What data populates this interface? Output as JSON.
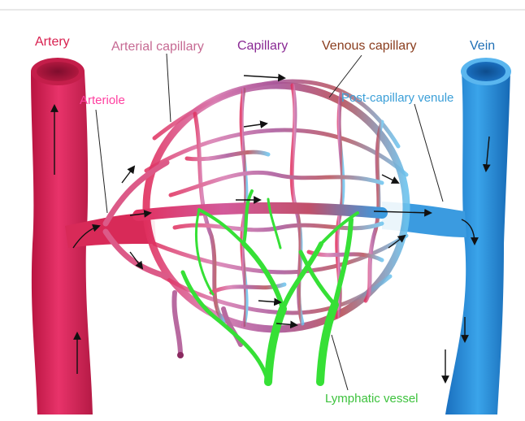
{
  "labels": {
    "artery": "Artery",
    "arteriole": "Arteriole",
    "arterial_capillary": "Arterial capillary",
    "capillary": "Capillary",
    "venous_capillary": "Venous capillary",
    "vein": "Vein",
    "post_capillary_venule": "Post-capillary venule",
    "lymphatic_vessel": "Lymphatic vessel"
  },
  "colors": {
    "artery": "#d8204f",
    "arteriole_label": "#ff3fa0",
    "arterial_capillary_label": "#c66a93",
    "capillary_label": "#8a2a94",
    "venous_capillary_label": "#8a3d1e",
    "vein": "#1f88d4",
    "post_capillary_venule_label": "#3b9fd8",
    "lymphatic": "#36e036",
    "lymphatic_label": "#3dc23d"
  }
}
